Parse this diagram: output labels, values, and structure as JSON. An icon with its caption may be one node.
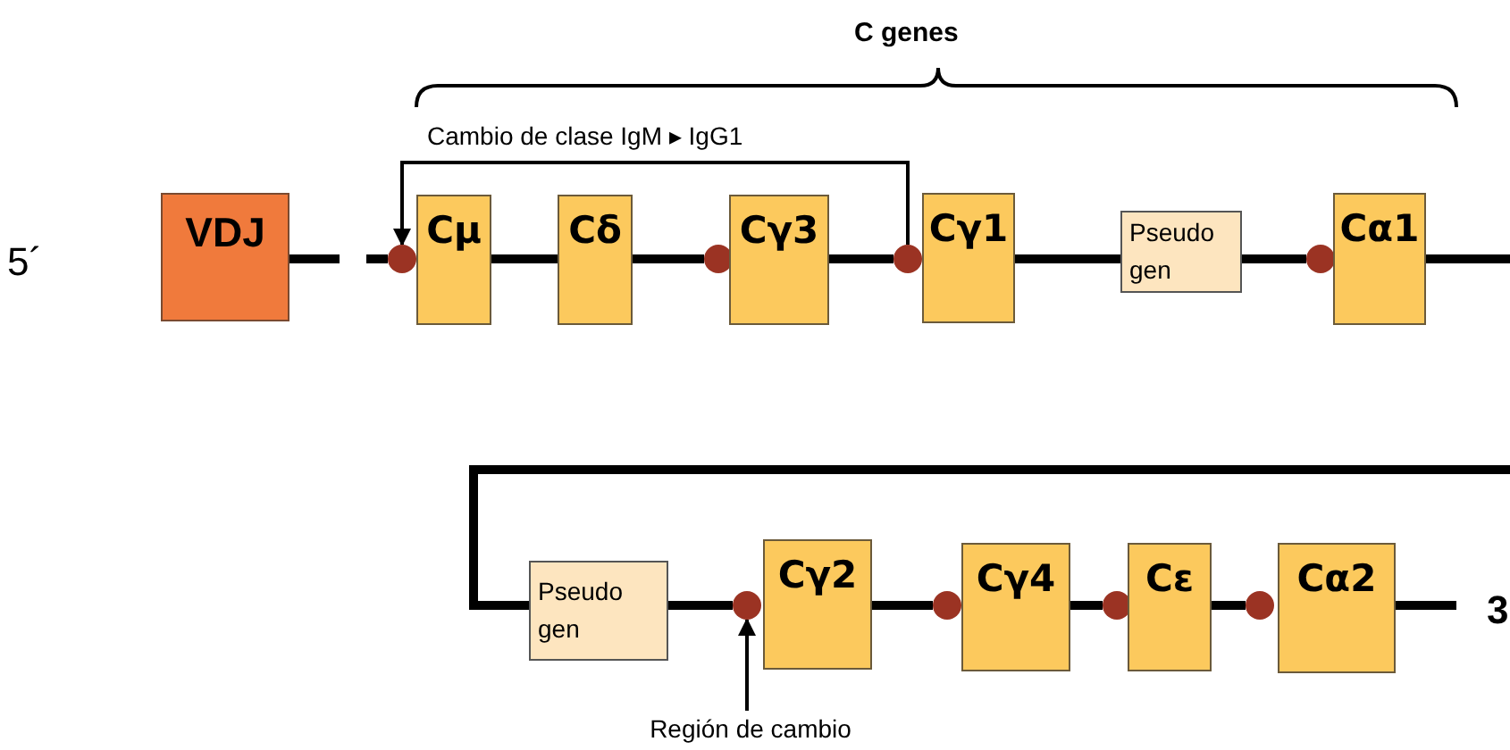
{
  "diagram": {
    "nodes": [
      {
        "text": [
          "VDJ"
        ]
      },
      {
        "text": [],
        "shape": "circle"
      },
      {
        "text": [
          "Cμ"
        ]
      },
      {
        "text": [
          "Cδ"
        ]
      },
      {
        "text": [],
        "shape": "circle"
      },
      {
        "text": [
          "Cγ3"
        ]
      },
      {
        "text": [],
        "shape": "circle"
      },
      {
        "text": [
          "Cγ1"
        ]
      },
      {
        "text": [
          "Pseudo gen"
        ]
      },
      {
        "text": [],
        "shape": "circle"
      },
      {
        "text": [
          "Cα1"
        ]
      },
      {
        "text": [
          "Pseudo gen"
        ]
      },
      {
        "text": [],
        "shape": "circle"
      },
      {
        "text": [
          "Cγ2"
        ]
      },
      {
        "text": [],
        "shape": "circle"
      },
      {
        "text": [
          "Cγ4"
        ]
      },
      {
        "text": [],
        "shape": "circle"
      },
      {
        "text": [
          "Cε"
        ]
      },
      {
        "text": [],
        "shape": "circle"
      },
      {
        "text": [
          "Cα2"
        ]
      },
      {
        "text": [
          "Región de cambio"
        ]
      }
    ],
    "edges": [
      {
        "from": 0,
        "to": 1,
        "arrow": "none",
        "style": "dashed"
      },
      {
        "from": 2,
        "to": 3,
        "arrow": "none"
      },
      {
        "from": 3,
        "to": 4,
        "arrow": "none"
      },
      {
        "from": 5,
        "to": 6,
        "arrow": "none"
      },
      {
        "from": 7,
        "to": 8,
        "arrow": "none"
      },
      {
        "from": 8,
        "to": 9,
        "arrow": "none"
      },
      {
        "from": 10,
        "to": 11,
        "arrow": "none"
      },
      {
        "from": 11,
        "to": 12,
        "arrow": "none"
      },
      {
        "from": 13,
        "to": 14,
        "arrow": "none"
      },
      {
        "from": 15,
        "to": 16,
        "arrow": "none"
      },
      {
        "from": 17,
        "to": 18,
        "arrow": "none"
      },
      {
        "from": 19,
        "to": null,
        "arrow": "none"
      },
      {
        "from": 6,
        "to": 1,
        "arrow": "to",
        "label": "Cambio de clase IgM ▸ IgG1"
      },
      {
        "from": 20,
        "to": 12,
        "arrow": "to"
      }
    ],
    "labels": [
      "C genes",
      "5´",
      "3"
    ]
  }
}
